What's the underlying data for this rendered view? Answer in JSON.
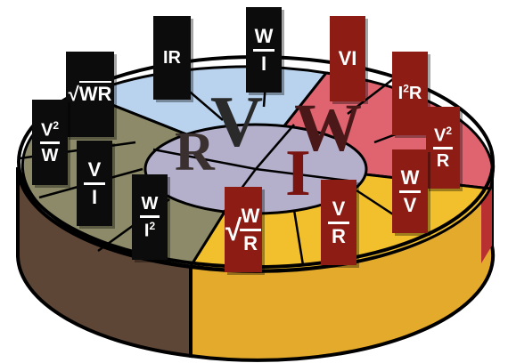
{
  "hub_letters": {
    "voltage": "V",
    "resistance": "R",
    "current": "I",
    "power": "W"
  },
  "formulas": {
    "voltage": [
      {
        "kind": "plain",
        "text": "IR"
      },
      {
        "kind": "frac",
        "num": "W",
        "den": "I"
      },
      {
        "kind": "root",
        "text": "WR"
      }
    ],
    "power": [
      {
        "kind": "plain",
        "text": "VI"
      },
      {
        "kind": "pow",
        "base": "I",
        "exp": "2",
        "tail": "R"
      },
      {
        "kind": "fracpow",
        "num": "V",
        "exp": "2",
        "den": "R"
      }
    ],
    "current": [
      {
        "kind": "frac",
        "num": "W",
        "den": "V"
      },
      {
        "kind": "frac",
        "num": "V",
        "den": "R"
      },
      {
        "kind": "rootfrac",
        "num": "W",
        "den": "R"
      }
    ],
    "resistance": [
      {
        "kind": "fracdenpow",
        "num": "W",
        "den": "I",
        "exp": "2"
      },
      {
        "kind": "frac",
        "num": "V",
        "den": "I"
      },
      {
        "kind": "fracpow",
        "num": "V",
        "exp": "2",
        "den": "W"
      }
    ]
  },
  "colors": {
    "voltage": "#b9d3ee",
    "power": "#e06470",
    "current": "#f2c02c",
    "resistance": "#8c8a68",
    "hub": "#b4b0cc",
    "card_dark": "#0c0c0c",
    "card_red": "#8c1c14"
  }
}
